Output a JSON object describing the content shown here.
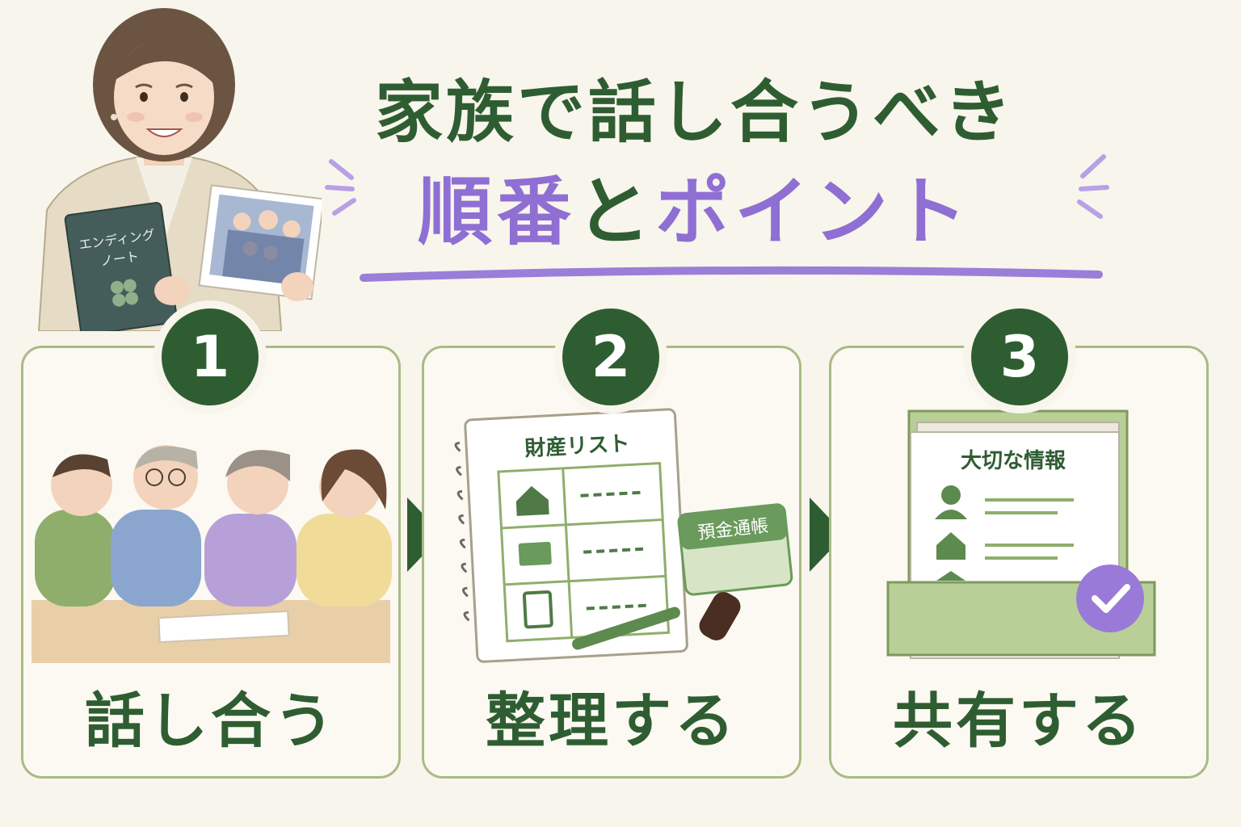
{
  "title": {
    "line1": "家族で話し合うべき",
    "line2_part1": "順番",
    "line2_part2": "と",
    "line2_part3": "ポイント"
  },
  "presenter": {
    "book_text_1": "エンディング",
    "book_text_2": "ノート"
  },
  "steps": [
    {
      "number": "1",
      "label": "話し合う"
    },
    {
      "number": "2",
      "label": "整理する",
      "notebook_title": "財産リスト",
      "passbook_label": "預金通帳"
    },
    {
      "number": "3",
      "label": "共有する",
      "document_title": "大切な情報"
    }
  ],
  "colors": {
    "primary_green": "#2f5d32",
    "accent_purple": "#8f6fd3",
    "card_border": "#a8bb86",
    "background": "#f8f5ec"
  },
  "icons": [
    "house-icon",
    "card-icon",
    "document-icon",
    "person-icon",
    "bank-icon",
    "checkmark-icon",
    "arrow-right-icon"
  ]
}
